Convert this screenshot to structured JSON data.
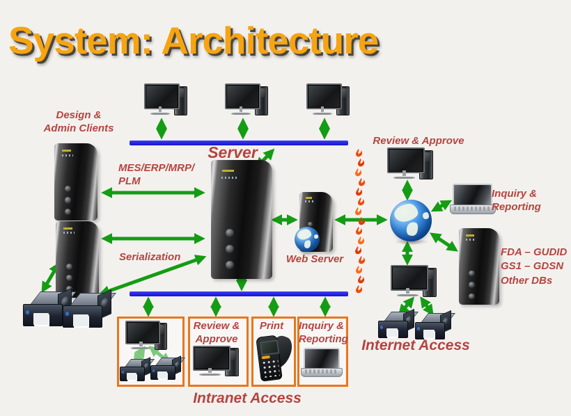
{
  "title": "System: Architecture",
  "colors": {
    "title_orange": "#f6a412",
    "label_red": "#b5443f",
    "arrow_green": "#149c14",
    "network_bus_blue": "#1b1bd8",
    "intranet_box_orange": "#e8761d",
    "firewall_flame_orange": "#f1490a",
    "background": "#f3f1ee"
  },
  "labels": {
    "design_admin_clients": [
      "Design &",
      "Admin Clients"
    ],
    "server": "Server",
    "mes_erp_mrp_plm": [
      "MES/ERP/MRP/",
      "PLM"
    ],
    "serialization": "Serialization",
    "web_server": "Web Server",
    "review_approve": "Review & Approve",
    "inquiry_reporting": [
      "Inquiry &",
      "Reporting"
    ],
    "external_databases": [
      "FDA – GUDID",
      "GS1 – GDSN",
      "Other DBs"
    ],
    "internet_access": "Internet Access",
    "intranet_access": "Intranet Access"
  },
  "intranet_boxes": [
    {
      "name": "workstation-with-printers",
      "label_lines": []
    },
    {
      "name": "review-approve",
      "label_lines": [
        "Review &",
        "Approve"
      ]
    },
    {
      "name": "print",
      "label_lines": [
        "Print"
      ]
    },
    {
      "name": "inquiry-reporting",
      "label_lines": [
        "Inquiry &",
        "Reporting"
      ]
    }
  ],
  "icons": {
    "desktop": "desktop-computer-icon",
    "server_tower": "server-tower-icon",
    "laptop": "laptop-icon",
    "label_printer": "label-printer-icon",
    "handheld": "handheld-scanner-icon",
    "globe": "internet-globe-icon",
    "firewall": "firewall-flames-icon"
  }
}
